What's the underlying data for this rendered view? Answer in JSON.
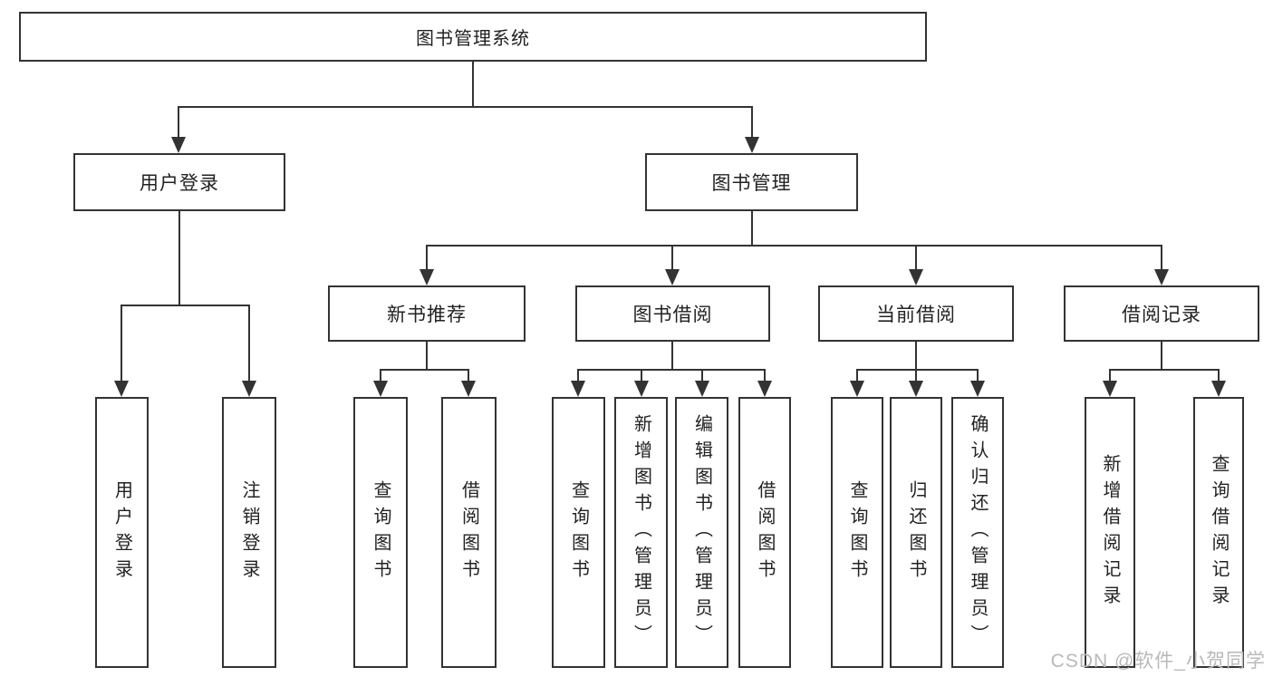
{
  "watermark": {
    "text": "CSDN @软件_小贺同学"
  },
  "colors": {
    "line": "#333333",
    "box_border": "#333333",
    "box_fill": "#ffffff",
    "text": "#222222",
    "watermark": "#b9b9b9"
  },
  "tree": {
    "label": "图书管理系统",
    "children": [
      {
        "label": "用户登录",
        "children": [
          {
            "label": "用户登录"
          },
          {
            "label": "注销登录"
          }
        ]
      },
      {
        "label": "图书管理",
        "children": [
          {
            "label": "新书推荐",
            "children": [
              {
                "label": "查询图书"
              },
              {
                "label": "借阅图书"
              }
            ]
          },
          {
            "label": "图书借阅",
            "children": [
              {
                "label": "查询图书"
              },
              {
                "label": "新增图书（管理员）"
              },
              {
                "label": "编辑图书（管理员）"
              },
              {
                "label": "借阅图书"
              }
            ]
          },
          {
            "label": "当前借阅",
            "children": [
              {
                "label": "查询图书"
              },
              {
                "label": "归还图书"
              },
              {
                "label": "确认归还（管理员）"
              }
            ]
          },
          {
            "label": "借阅记录",
            "children": [
              {
                "label": "新增借阅记录"
              },
              {
                "label": "查询借阅记录"
              }
            ]
          }
        ]
      }
    ]
  }
}
